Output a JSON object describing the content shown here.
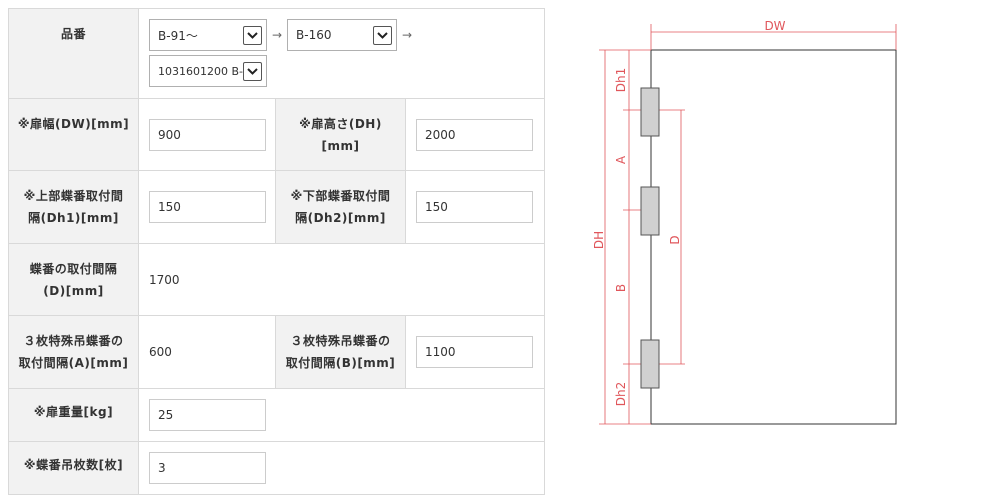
{
  "form": {
    "product_no": {
      "label": "品番",
      "select1": "B-91～",
      "arrow1": "→",
      "select2": "B-160",
      "arrow2": "→",
      "select3": "1031601200 B-"
    },
    "door_width": {
      "label": "※扉幅(DW)[mm]",
      "value": "900"
    },
    "door_height": {
      "label_line1": "※扉高さ(DH)",
      "label_line2": "[mm]",
      "value": "2000"
    },
    "upper_interval": {
      "label_line1": "※上部蝶番取付間",
      "label_line2": "隔(Dh1)[mm]",
      "value": "150"
    },
    "lower_interval": {
      "label_line1": "※下部蝶番取付間",
      "label_line2": "隔(Dh2)[mm]",
      "value": "150"
    },
    "hinge_interval": {
      "label_line1": "蝶番の取付間隔",
      "label_line2": "(D)[mm]",
      "value": "1700"
    },
    "interval_a": {
      "label_line1": "３枚特殊吊蝶番の",
      "label_line2": "取付間隔(A)[mm]",
      "value": "600"
    },
    "interval_b": {
      "label_line1": "３枚特殊吊蝶番の",
      "label_line2": "取付間隔(B)[mm]",
      "value": "1100"
    },
    "door_weight": {
      "label": "※扉重量[kg]",
      "value": "25"
    },
    "hinge_count": {
      "label": "※蝶番吊枚数[枚]",
      "value": "3"
    }
  },
  "diagram": {
    "dw": "DW",
    "dh": "DH",
    "dh1": "Dh1",
    "dh2": "Dh2",
    "a": "A",
    "b": "B",
    "d": "D",
    "dimension_color": "#e0565b",
    "door_outline_color": "#333333",
    "hinge_color": "#d0d0d0"
  }
}
